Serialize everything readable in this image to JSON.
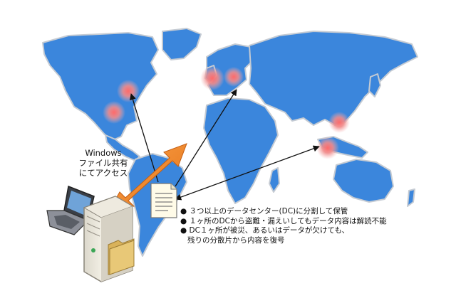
{
  "access_label": {
    "line1": "Windows",
    "line2": "ファイル共有",
    "line3": "にてアクセス"
  },
  "notes": {
    "bullet": "●",
    "item1": "３つ以上のデータセンター(DC)に分割して保管",
    "item2": "１ヶ所のDCから盗難・漏えいしてもデータ内容は解読不能",
    "item3_line1": "DC１ヶ所が被災、あるいはデータが欠けても、",
    "item3_line2": "残りの分散片から内容を復号"
  },
  "colors": {
    "map_land": "#3b86dc",
    "map_outline": "#c5cbd3",
    "datacenter_glow": "#f08a8a",
    "arrow_orange": "#f0862a",
    "arrow_line": "#111111",
    "server_body": "#f2efe4",
    "folder": "#e8c877"
  }
}
